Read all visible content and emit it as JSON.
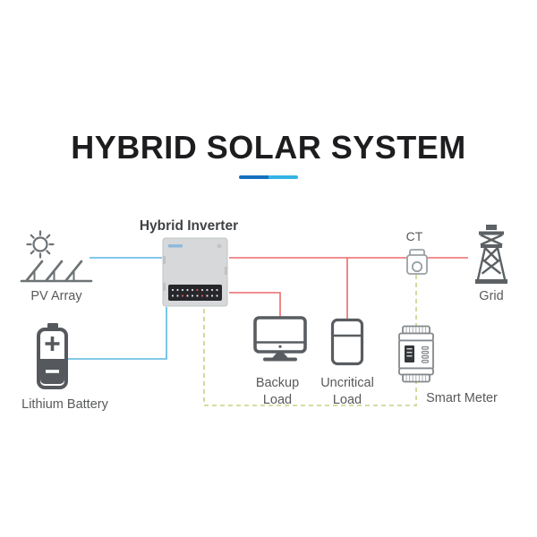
{
  "title": {
    "text": "HYBRID SOLAR SYSTEM",
    "underline_left_color": "#1470bd",
    "underline_right_color": "#33b4e6"
  },
  "diagram": {
    "nodes": {
      "pv_array": {
        "label": "PV Array",
        "icon": "solar-panels-sun-icon"
      },
      "hybrid_inverter": {
        "label": "Hybrid Inverter",
        "icon": "inverter-box-icon"
      },
      "ct": {
        "label": "CT",
        "icon": "current-transformer-icon"
      },
      "grid": {
        "label": "Grid",
        "icon": "transmission-tower-icon"
      },
      "lithium_battery": {
        "label": "Lithium Battery",
        "icon": "battery-icon"
      },
      "backup_load": {
        "label": "Backup Load",
        "icon": "monitor-icon"
      },
      "uncritical_load": {
        "label": "Uncritical Load",
        "icon": "refrigerator-icon"
      },
      "smart_meter": {
        "label": "Smart Meter",
        "icon": "din-rail-meter-icon"
      }
    },
    "line_colors": {
      "dc_blue": "#58b7e4",
      "ac_red": "#ec6b6b",
      "comm_green_dashed": "#c3d383"
    }
  }
}
